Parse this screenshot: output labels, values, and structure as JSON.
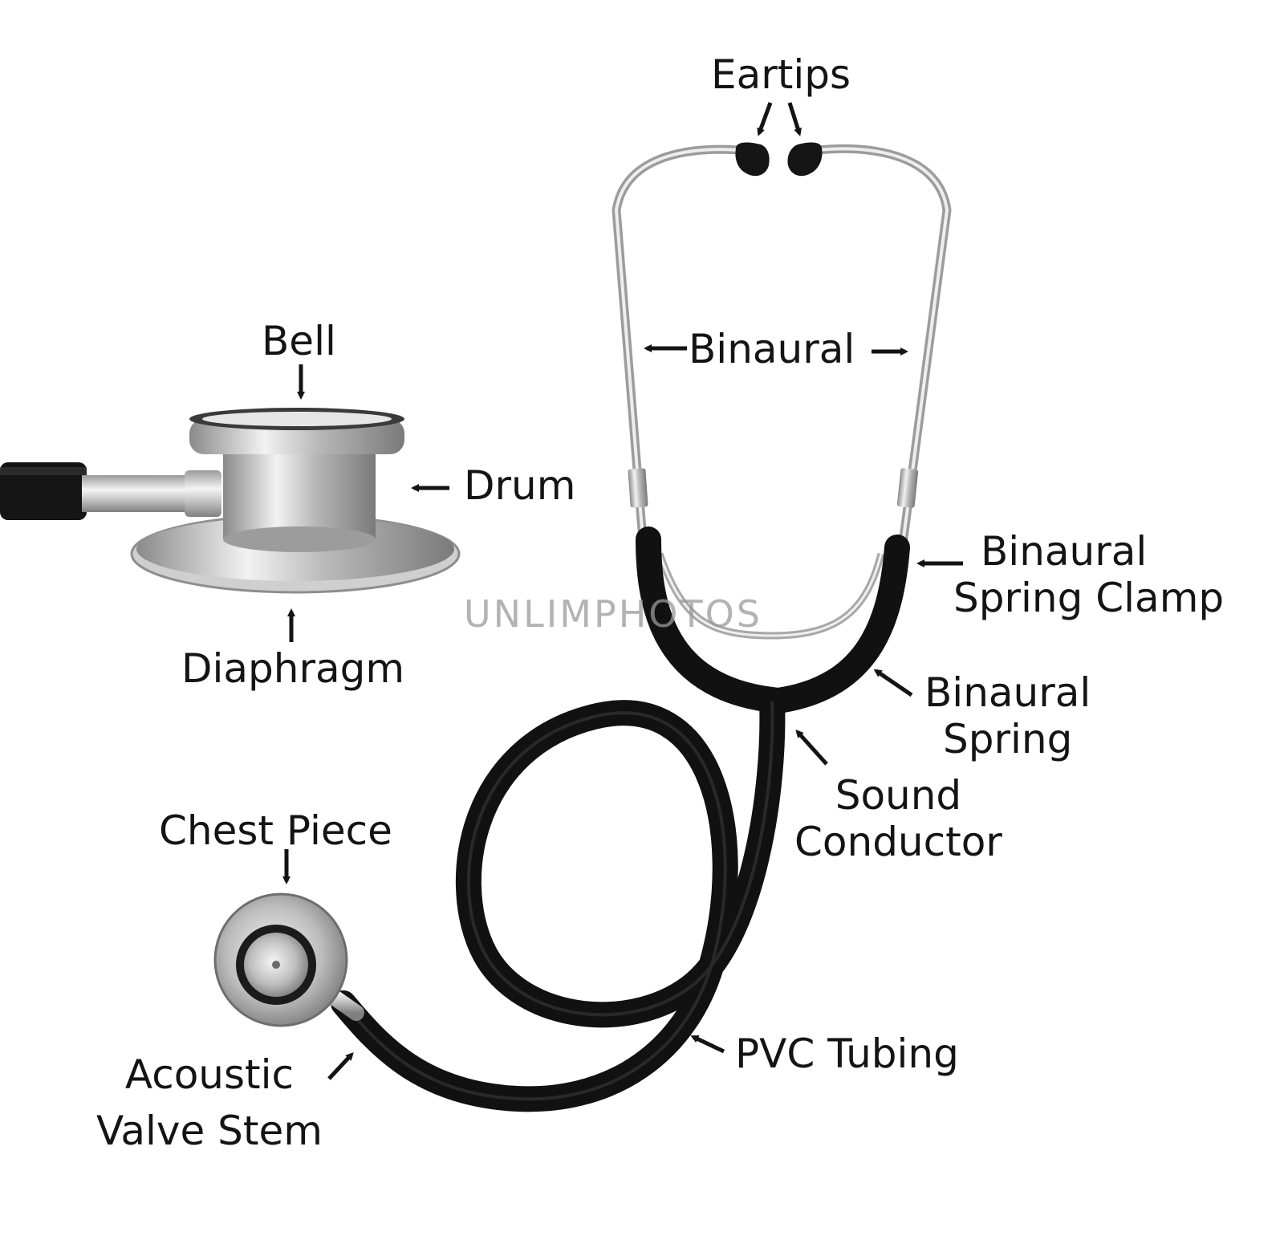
{
  "labels": {
    "eartips": "Eartips",
    "binaural": "Binaural",
    "bell": "Bell",
    "drum": "Drum",
    "diaphragm": "Diaphragm",
    "binaural_spring_clamp": [
      "Binaural",
      "Spring Clamp"
    ],
    "binaural_spring": [
      "Binaural",
      "Spring"
    ],
    "sound_conductor": [
      "Sound",
      "Conductor"
    ],
    "chest_piece": "Chest Piece",
    "acoustic_valve_stem": [
      "Acoustic",
      "Valve Stem"
    ],
    "pvc_tubing": "PVC Tubing"
  },
  "watermark": "UNLIMPHOTOS",
  "colors": {
    "text": "#141414",
    "tubing": "#111111",
    "metal": "#c8c8c8",
    "watermark": "#9a9a9a"
  }
}
